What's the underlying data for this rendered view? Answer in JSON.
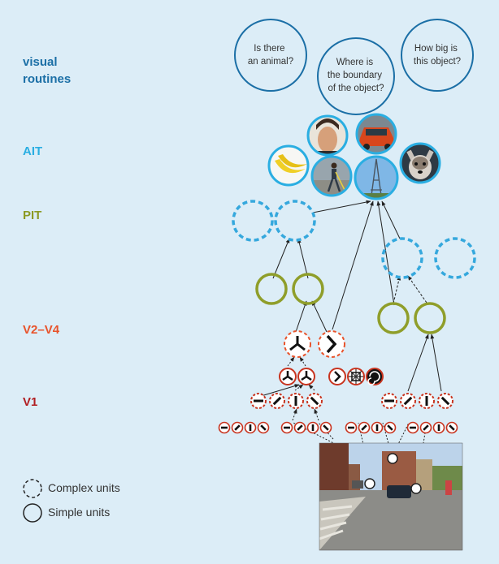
{
  "levels": {
    "visual_routines": "visual\nroutines",
    "ait": "AIT",
    "pit": "PIT",
    "v2v4": "V2–V4",
    "v1": "V1"
  },
  "questions": {
    "q1": "Is there\nan animal?",
    "q2": "Where is\nthe boundary\nof the object?",
    "q3": "How big is\nthis object?"
  },
  "legend": {
    "complex": "Complex units",
    "simple": "Simple units"
  },
  "photos": [
    "face-photo",
    "car-photo",
    "banana-photo",
    "person-walking-photo",
    "eiffel-tower-photo",
    "dog-photo",
    "street-scene-photo"
  ],
  "colors": {
    "visual_routines": "#1b6fa6",
    "ait": "#2aaee2",
    "pit": "#8c9a24",
    "v2v4": "#e8532b",
    "v1": "#b11e22",
    "pit_circle": "#35a8dd",
    "simple_unit": "#8f9e2a",
    "v1_unit": "#c8341f",
    "background": "#dcedf7"
  }
}
